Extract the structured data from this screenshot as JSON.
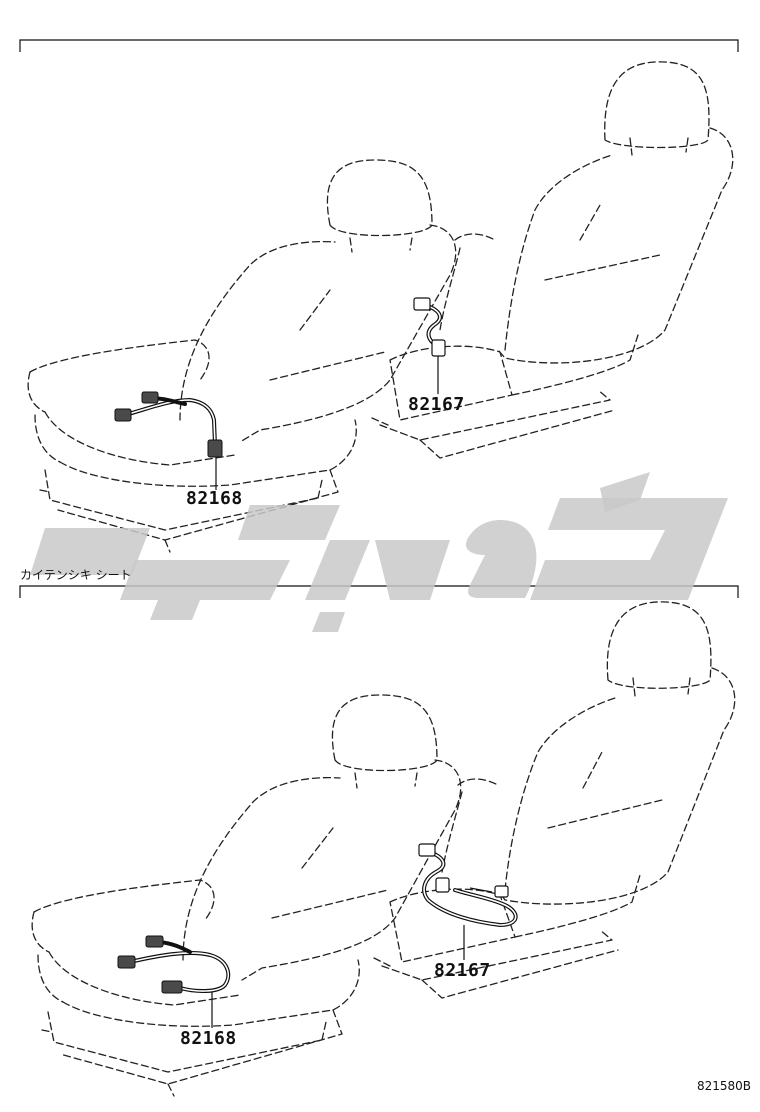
{
  "panels": [
    {
      "caption": "",
      "callouts": {
        "left": "82168",
        "right": "82167"
      }
    },
    {
      "caption": "カイテンシキ シート",
      "callouts": {
        "left": "82168",
        "right": "82167"
      }
    }
  ],
  "figure_ref": "821580B"
}
